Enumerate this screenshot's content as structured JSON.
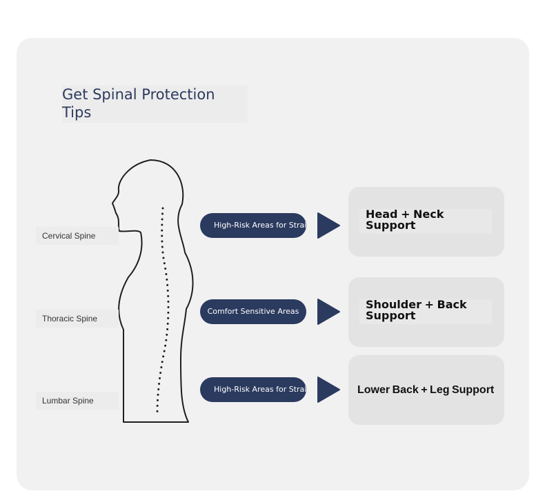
{
  "title": "Get Spinal Protection Tips",
  "spine_labels": [
    "Cervical Spine",
    "Thoracic Spine",
    "Lumbar Spine"
  ],
  "rows": [
    {
      "tag": "High-Risk Areas for Strain",
      "support": "Head + Neck Support"
    },
    {
      "tag": "Comfort Sensitive Areas",
      "support": "Shoulder + Back Support"
    },
    {
      "tag": "High-Risk Areas for Strain",
      "support": "Lower Back + Leg Support"
    }
  ],
  "colors": {
    "accent_navy": "#2b3a5f",
    "title_navy": "#2c3a5e",
    "card_background": "#f1f1f1",
    "support_box": "#e3e3e3"
  },
  "icons": {
    "arrow": "play-triangle-icon",
    "body": "human-silhouette-side-view"
  }
}
